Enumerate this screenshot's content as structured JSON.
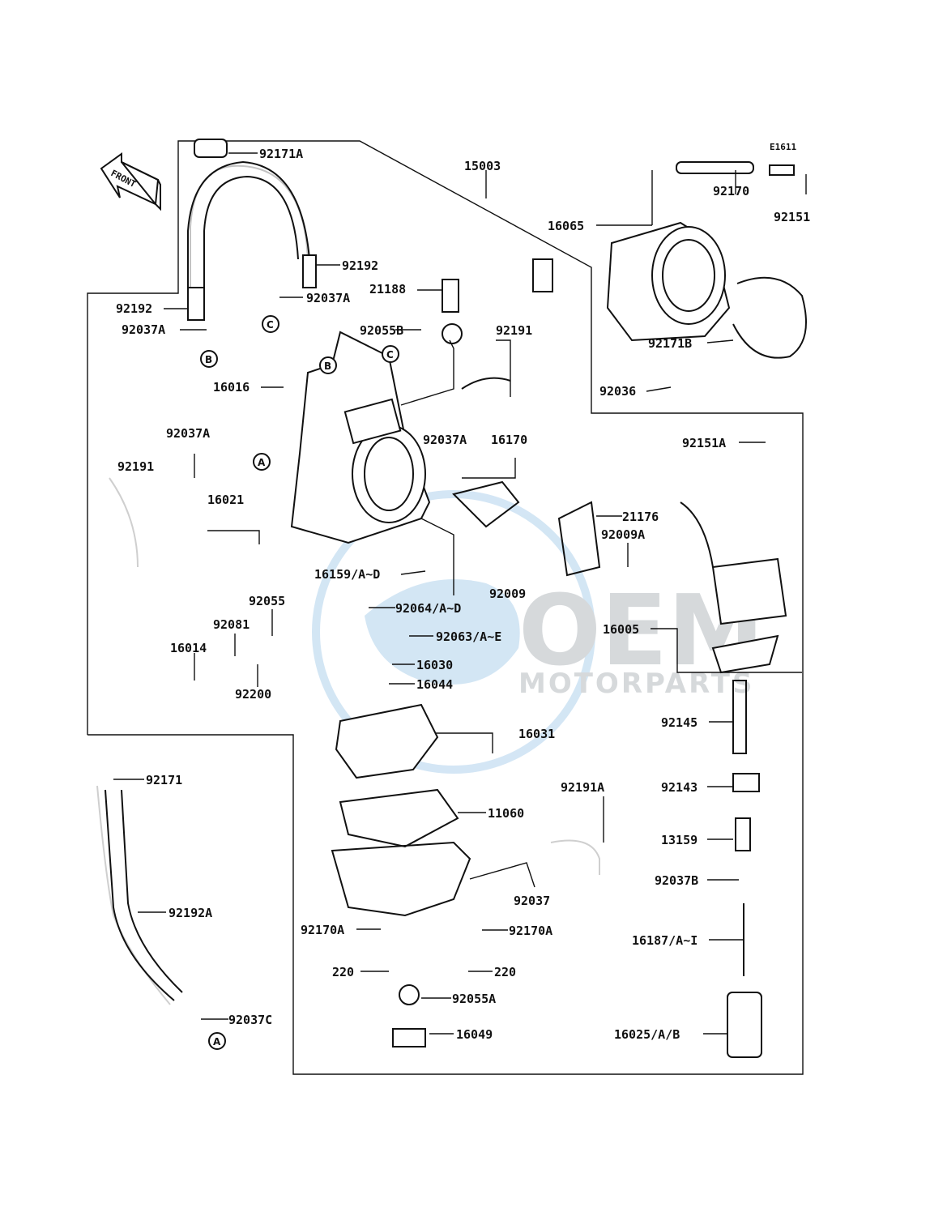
{
  "diagram_code": "E1611",
  "front_label": "FRONT",
  "watermark": {
    "brand": "OEM",
    "sub": "MOTORPARTS"
  },
  "callouts": {
    "c92171A": "92171A",
    "c15003": "15003",
    "c92192_r": "92192",
    "c92192_l": "92192",
    "c92037A_1": "92037A",
    "c92037A_2": "92037A",
    "c92037A_3": "92037A",
    "c92037A_4": "92037A",
    "c21188": "21188",
    "c92055B": "92055B",
    "c92191_r": "92191",
    "c92191_l": "92191",
    "c16016": "16016",
    "c16170": "16170",
    "c16021": "16021",
    "c16065": "16065",
    "c92170": "92170",
    "c92151": "92151",
    "c92171B": "92171B",
    "c92036": "92036",
    "c92151A": "92151A",
    "c21176": "21176",
    "c92009A": "92009A",
    "c16159": "16159/A~D",
    "c92009": "92009",
    "c92055": "92055",
    "c92064": "92064/A~D",
    "c92081": "92081",
    "c92063": "92063/A~E",
    "c16005": "16005",
    "c16014": "16014",
    "c16030": "16030",
    "c92200": "92200",
    "c16044": "16044",
    "c92145": "92145",
    "c16031": "16031",
    "c92171": "92171",
    "c92143": "92143",
    "c92191A": "92191A",
    "c11060": "11060",
    "c13159": "13159",
    "c92037B": "92037B",
    "c92037": "92037",
    "c92192A": "92192A",
    "c92170A_l": "92170A",
    "c92170A_r": "92170A",
    "c16187": "16187/A~I",
    "c220_l": "220",
    "c220_r": "220",
    "c92055A": "92055A",
    "c92037C": "92037C",
    "c16049": "16049",
    "c16025": "16025/A/B"
  },
  "markers": {
    "a1": "A",
    "a2": "A",
    "b1": "B",
    "b2": "B",
    "c1": "C",
    "c2": "C"
  }
}
